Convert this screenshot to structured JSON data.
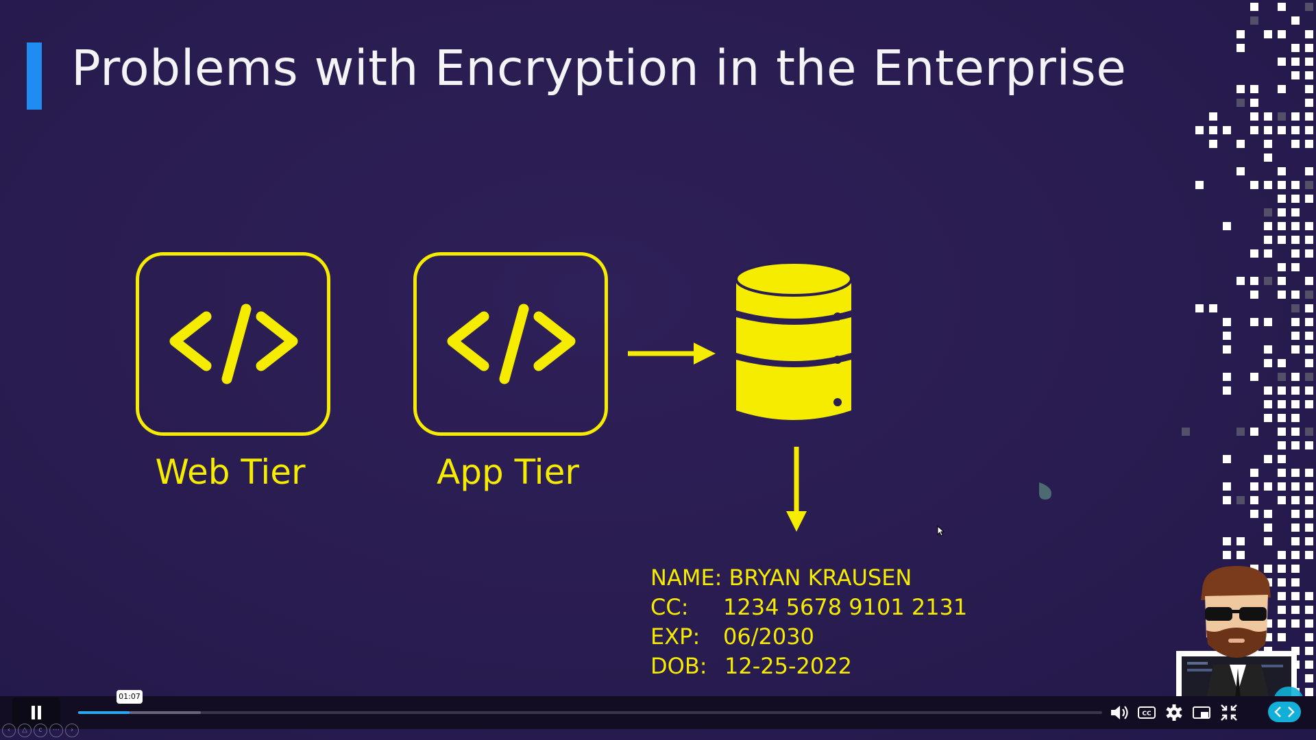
{
  "slide": {
    "title": "Problems with Encryption in the Enterprise",
    "tiers": [
      {
        "code_glyph": "</>",
        "label": "Web Tier"
      },
      {
        "code_glyph": "</>",
        "label": "App Tier"
      }
    ],
    "database_icon": "database-icon",
    "record": [
      {
        "key": "NAME:",
        "value": "BRYAN KRAUSEN"
      },
      {
        "key": "CC:",
        "value": "1234 5678 9101 2131"
      },
      {
        "key": "EXP:",
        "value": "06/2030"
      },
      {
        "key": "DOB:",
        "value": "12-25-2022"
      }
    ]
  },
  "player": {
    "time_tooltip": "01:07",
    "progress_fraction": 0.05,
    "buffered_fraction": 0.12,
    "controls": [
      "pause-icon",
      "volume-icon",
      "closed-captions-icon",
      "settings-gear-icon",
      "picture-in-picture-icon",
      "exit-fullscreen-icon"
    ]
  },
  "colors": {
    "background": "#2a1d52",
    "accent_yellow": "#f5ec00",
    "title_bar_blue": "#1e8cf0",
    "progress_blue": "#28a8f0"
  }
}
